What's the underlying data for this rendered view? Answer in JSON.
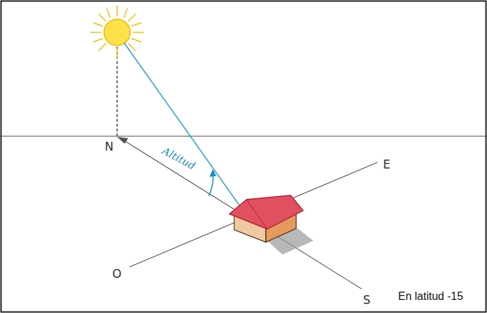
{
  "diagram": {
    "labels": [
      "N",
      "Altitud",
      "E",
      "O",
      "S",
      "En latitud -15"
    ]
  }
}
